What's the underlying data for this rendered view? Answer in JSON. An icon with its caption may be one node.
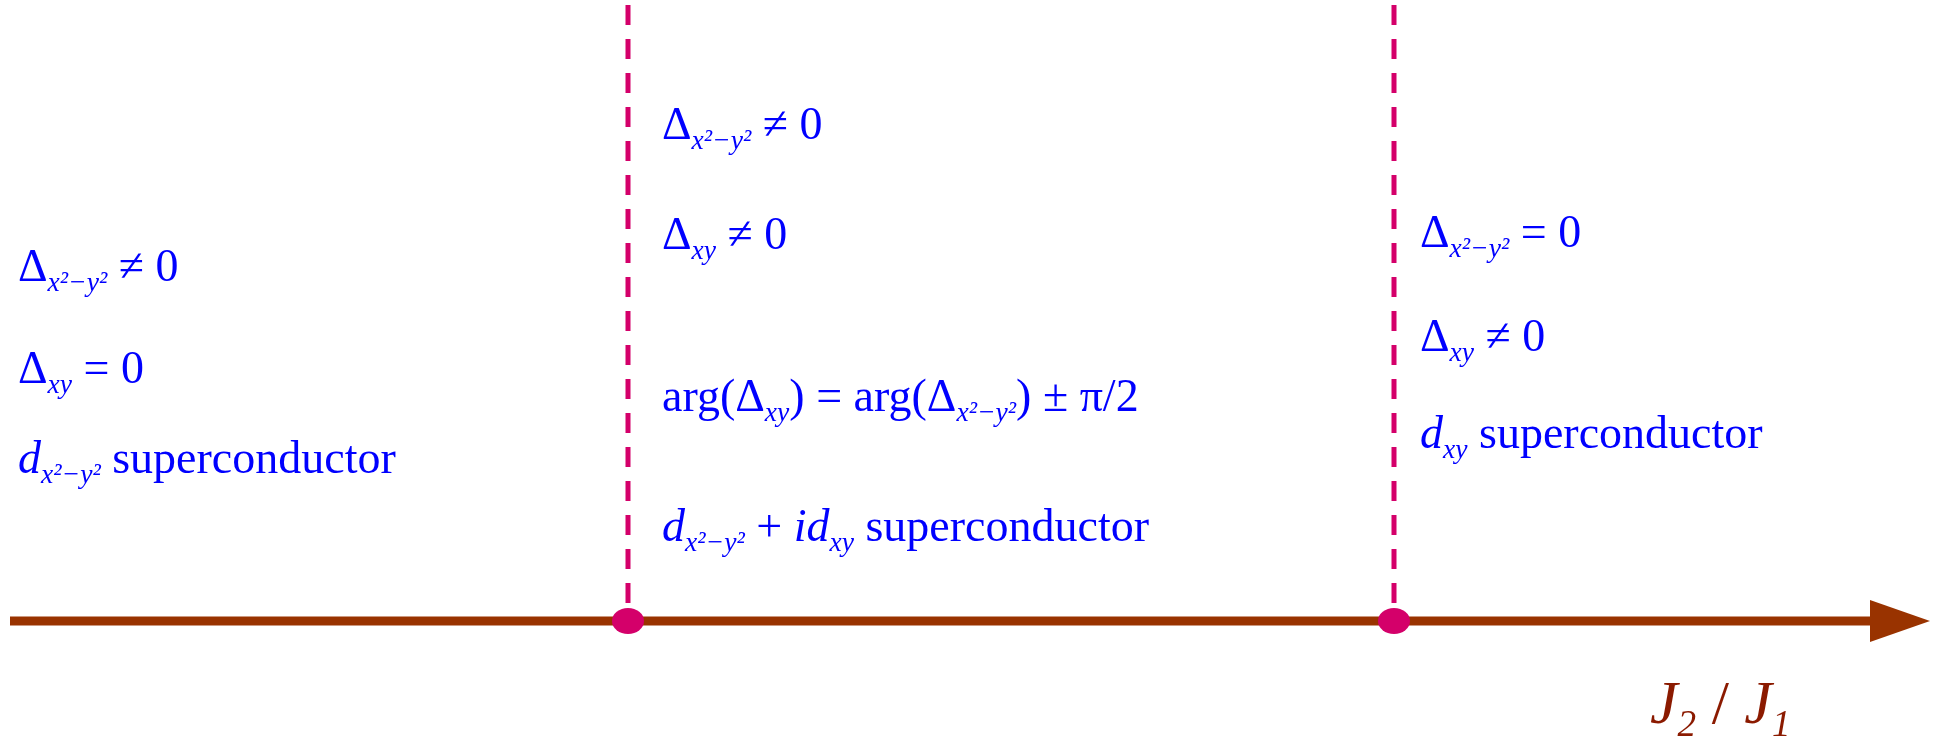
{
  "diagram": {
    "labels": [
      "Δ$_{x²−y²}$ ≠ 0",
      "Δ$_{x²−y²}$ ≠ 0",
      "Δ$_{x²−y²}$ = 0",
      "Δ$_{xy}$ ≠ 0",
      "Δ$_{xy}$ = 0",
      "Δ$_{xy}$ ≠ 0",
      "arg(Δ$_{xy}$) = arg(Δ$_{x²−y²}$) ± π/2",
      "*d*$_{x²−y²}$ superconductor",
      "*d*$_{xy}$ superconductor",
      "*d*$_{x²−y²}$ + *id*$_{xy}$ superconductor",
      "*J*$_{2}$ / *J*$_{1}$"
    ]
  }
}
